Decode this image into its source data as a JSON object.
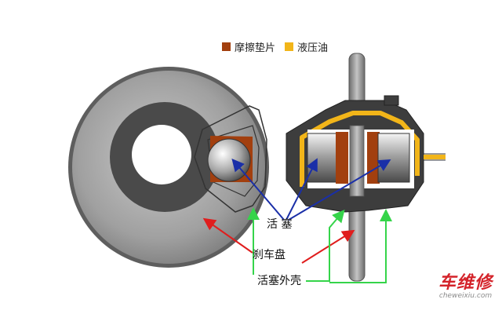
{
  "legend": {
    "items": [
      {
        "label": "摩擦垫片",
        "color": "#a23f0e"
      },
      {
        "label": "液压油",
        "color": "#f2b519"
      }
    ]
  },
  "labels": {
    "piston": "活 塞",
    "disc": "刹车盘",
    "housing": "活塞外壳"
  },
  "watermark": {
    "main": "车维修",
    "sub": "cheweixiu.com"
  },
  "colors": {
    "arrow_blue": "#1a2fa8",
    "arrow_red": "#e01d1d",
    "arrow_green": "#35d44a",
    "caliper_dark": "#3d3d3d",
    "disc_gray": "#8a8a8a"
  }
}
